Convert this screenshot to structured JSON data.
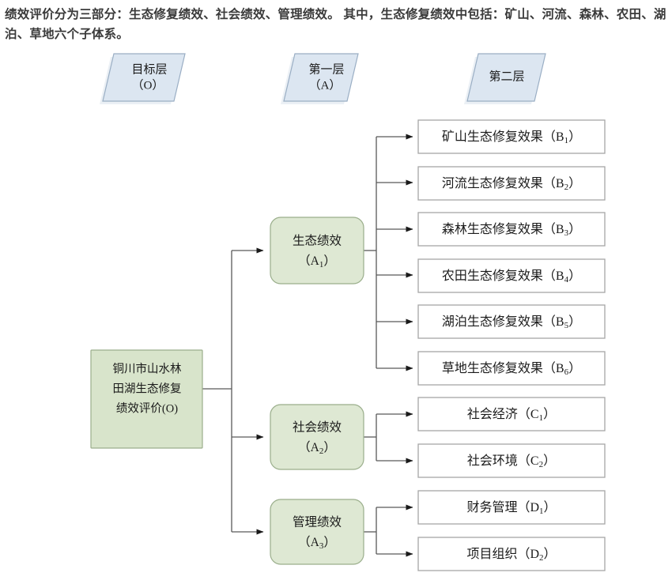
{
  "caption": {
    "text": "绩效评价分为三部分：生态修复绩效、社会绩效、管理绩效。 其中，生态修复绩效中包括：矿山、河流、森林、农田、湖泊、草地六个子体系。"
  },
  "colors": {
    "header_fill": "#dce6f1",
    "header_stroke": "#9aaec4",
    "node_fill": "#d8e4cb",
    "node_stroke": "#9bae8c",
    "leaf_fill": "#ffffff",
    "leaf_stroke": "#a6a6a6",
    "connector": "#595959"
  },
  "headers": [
    {
      "label": "目标层",
      "sub": "（O）",
      "id": "goal-layer"
    },
    {
      "label": "第一层",
      "sub": "（A）",
      "id": "layer-one"
    },
    {
      "label": "第二层",
      "sub": "",
      "id": "layer-two"
    }
  ],
  "root": {
    "line1": "铜川市山水林",
    "line2": "田湖生态修复",
    "line3": "绩效评价(O)"
  },
  "level_a": [
    {
      "label": "生态绩效",
      "code": "A",
      "index": "1",
      "id": "eco-performance"
    },
    {
      "label": "社会绩效",
      "code": "A",
      "index": "2",
      "id": "social-performance"
    },
    {
      "label": "管理绩效",
      "code": "A",
      "index": "3",
      "id": "management-performance"
    }
  ],
  "level_b": [
    {
      "label": "矿山生态修复效果",
      "code": "B",
      "index": "1",
      "id": "mine-restoration"
    },
    {
      "label": "河流生态修复效果",
      "code": "B",
      "index": "2",
      "id": "river-restoration"
    },
    {
      "label": "森林生态修复效果",
      "code": "B",
      "index": "3",
      "id": "forest-restoration"
    },
    {
      "label": "农田生态修复效果",
      "code": "B",
      "index": "4",
      "id": "farmland-restoration"
    },
    {
      "label": "湖泊生态修复效果",
      "code": "B",
      "index": "5",
      "id": "lake-restoration"
    },
    {
      "label": "草地生态修复效果",
      "code": "B",
      "index": "6",
      "id": "grassland-restoration"
    }
  ],
  "level_c": [
    {
      "label": "社会经济",
      "code": "C",
      "index": "1",
      "id": "social-economy"
    },
    {
      "label": "社会环境",
      "code": "C",
      "index": "2",
      "id": "social-environment"
    }
  ],
  "level_d": [
    {
      "label": "财务管理",
      "code": "D",
      "index": "1",
      "id": "financial-management"
    },
    {
      "label": "项目组织",
      "code": "D",
      "index": "2",
      "id": "project-organization"
    }
  ]
}
